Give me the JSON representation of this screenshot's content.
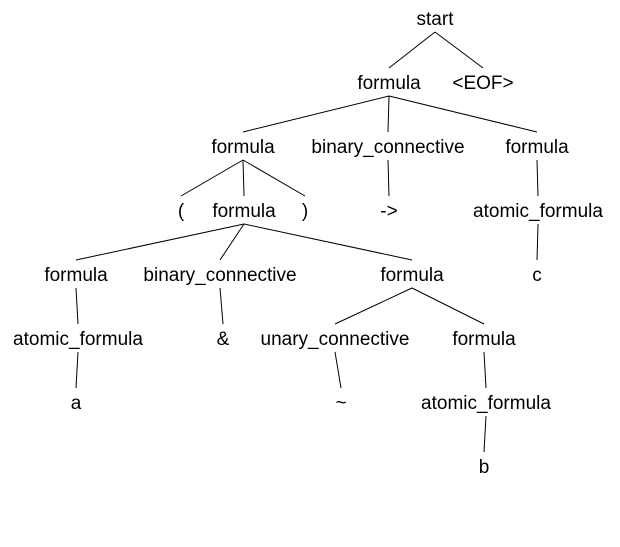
{
  "tree": {
    "root": {
      "label": "start",
      "children": [
        {
          "label": "formula",
          "children": [
            {
              "label": "formula",
              "children": [
                {
                  "label": "("
                },
                {
                  "label": "formula",
                  "children": [
                    {
                      "label": "formula",
                      "children": [
                        {
                          "label": "atomic_formula",
                          "children": [
                            {
                              "label": "a"
                            }
                          ]
                        }
                      ]
                    },
                    {
                      "label": "binary_connective",
                      "children": [
                        {
                          "label": "&"
                        }
                      ]
                    },
                    {
                      "label": "formula",
                      "children": [
                        {
                          "label": "unary_connective",
                          "children": [
                            {
                              "label": "~"
                            }
                          ]
                        },
                        {
                          "label": "formula",
                          "children": [
                            {
                              "label": "atomic_formula",
                              "children": [
                                {
                                  "label": "b"
                                }
                              ]
                            }
                          ]
                        }
                      ]
                    }
                  ]
                },
                {
                  "label": ")"
                }
              ]
            },
            {
              "label": "binary_connective",
              "children": [
                {
                  "label": "->"
                }
              ]
            },
            {
              "label": "formula",
              "children": [
                {
                  "label": "atomic_formula",
                  "children": [
                    {
                      "label": "c"
                    }
                  ]
                }
              ]
            }
          ]
        },
        {
          "label": "<EOF>"
        }
      ]
    }
  }
}
